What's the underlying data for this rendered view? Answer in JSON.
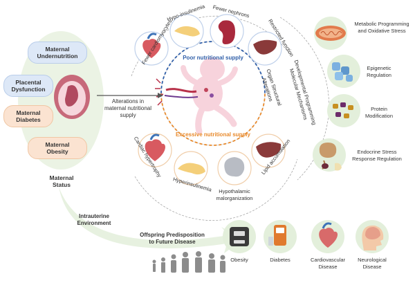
{
  "maternal": {
    "undernutrition": "Maternal\nUndernutrition",
    "placental": "Placental\nDysfunction",
    "diabetes": "Maternal\nDiabetes",
    "obesity": "Maternal\nObesity",
    "status": "Maternal\nStatus"
  },
  "alterations_label": "Alterations in\nmaternal nutritional\nsupply",
  "center": {
    "poor": "Poor nutritional supply",
    "excessive": "Excessive nutritional supply",
    "organ_structural": "Organ Structural\nAlterations"
  },
  "poor_effects": [
    "Fewer cardiomyocytes",
    "Hypo-insulinemia",
    "Fewer nephrons",
    "Restricted function"
  ],
  "excess_effects": [
    "Cardiac hypertrophy",
    "Hyperinsulinemia",
    "Hypothalamic\nmalorganization",
    "Lipid accumulation"
  ],
  "mechanisms_arc": "Developmental Programming\nMolecular Mechanisms",
  "mechanisms": [
    "Metabolic Programming\nand Oxidative Stress",
    "Epigenetic\nRegulation",
    "Protein\nModification",
    "Endocrine Stress\nResponse Regulation"
  ],
  "intrauterine": "Intrauterine\nEnvironment",
  "offspring": "Offspring Predisposition\nto Future Disease",
  "diseases": [
    "Obesity",
    "Diabetes",
    "Cardiovascular\nDisease",
    "Neurological\nDisease"
  ],
  "colors": {
    "blue_pill": "#dde8f7",
    "orange_pill": "#fbe3d1",
    "green_bg": "#e3efdb",
    "poor_blue": "#2f5ea8",
    "excess_orange": "#e8892b"
  }
}
